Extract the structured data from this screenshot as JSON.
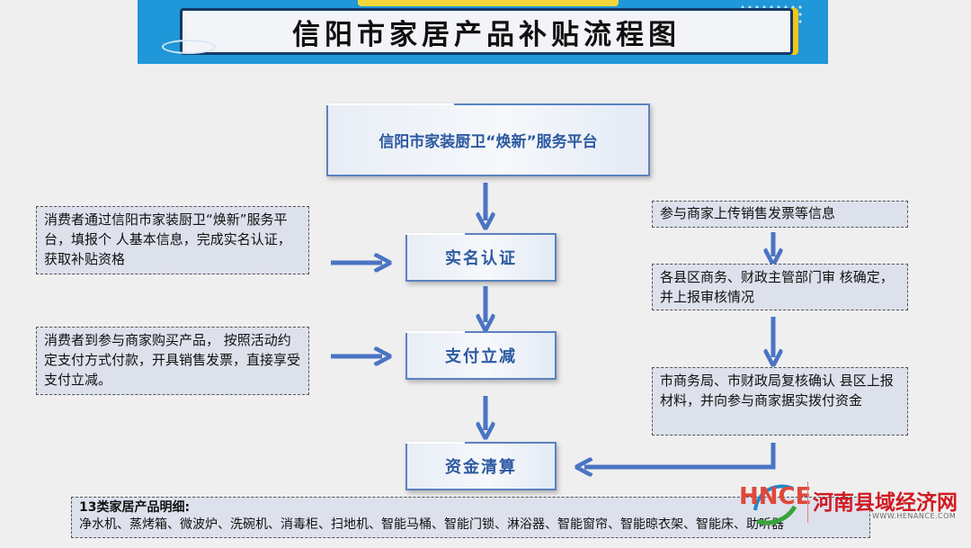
{
  "header": {
    "title": "信阳市家居产品补贴流程图"
  },
  "flow": {
    "platform": "信阳市家装厨卫“焕新”服务平台",
    "steps": [
      "实名认证",
      "支付立减",
      "资金清算"
    ]
  },
  "consumer_notes": [
    "消费者通过信阳市家装厨卫“焕新”服务平台，填报个 人基本信息，完成实名认证，获取补贴资格",
    "消费者到参与商家购买产品， 按照活动约定支付方式付款，开具销售发票，直接享受支付立减。"
  ],
  "merchant_notes": [
    "参与商家上传销售发票等信息",
    "各县区商务、财政主管部门审 核确定，并上报审核情况",
    "市商务局、市财政局复核确认 县区上报材料，并向参与商家据实拨付资金"
  ],
  "catalog": {
    "title": "13类家居产品明细:",
    "items": "净水机、蒸烤箱、微波炉、洗碗机、消毒柜、扫地机、智能马桶、智能门锁、淋浴器、智能窗帘、智能晾衣架、智能床、助听器"
  },
  "watermark": {
    "brand": "HNCE",
    "name": "河南县域经济网",
    "url": "WWW.HENANCE.COM"
  },
  "colors": {
    "banner_blue": "#1f97d8",
    "arrow_blue": "#4a74c4",
    "step_text": "#2d5aa0",
    "accent_yellow": "#f5c518",
    "watermark_red": "#d11a22"
  }
}
